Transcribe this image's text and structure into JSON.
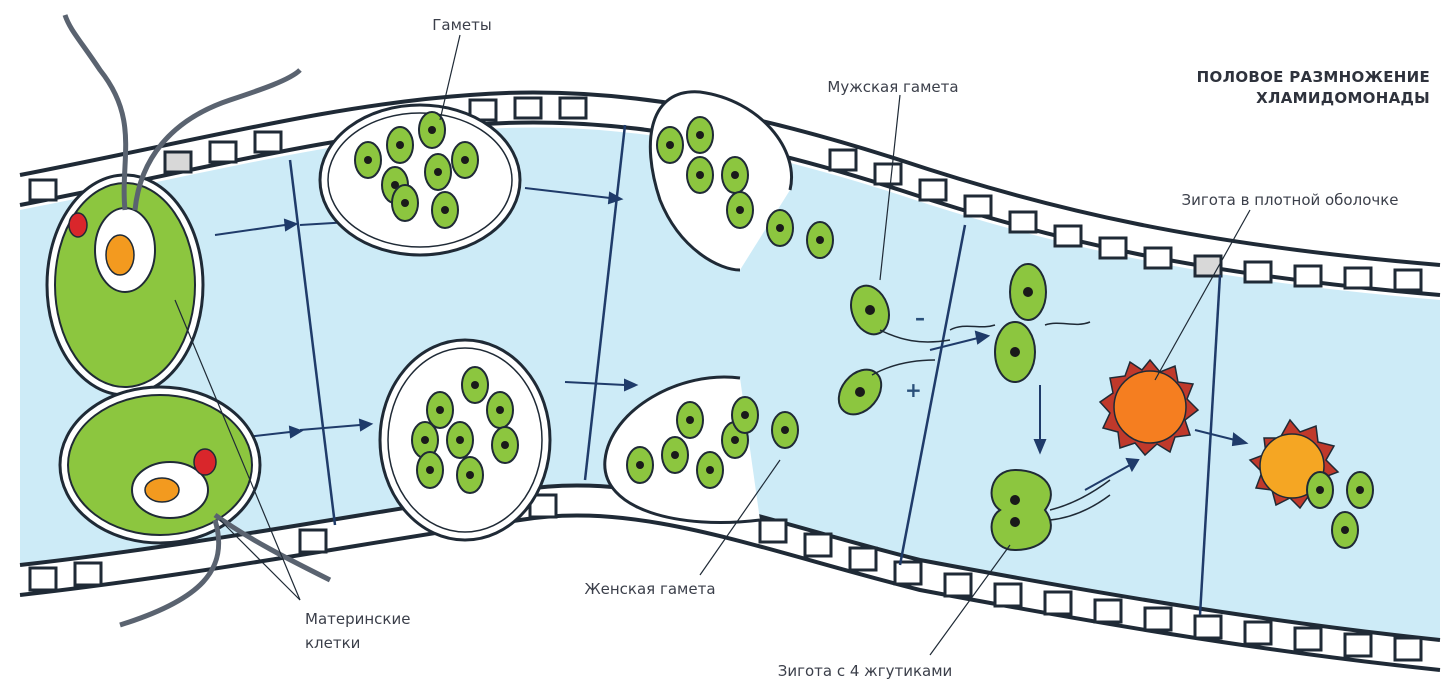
{
  "title": {
    "line1": "ПОЛОВОЕ РАЗМНОЖЕНИЕ",
    "line2": "ХЛАМИДОМОНАДЫ"
  },
  "labels": {
    "gametes": "Гаметы",
    "male_gamete": "Мужская гамета",
    "female_gamete": "Женская гамета",
    "mother_cells_1": "Материнские",
    "mother_cells_2": "клетки",
    "zygote_shell": "Зигота в плотной оболочке",
    "zygote_flagella": "Зигота с 4 жгутиками"
  },
  "signs": {
    "minus": "–",
    "plus": "+"
  },
  "colors": {
    "band": "#cdebf7",
    "cell_green": "#8cc63f",
    "cell_dark": "#5f9e2c",
    "nucleus": "#1a1a1a",
    "eyespot": "#d9262b",
    "pyrenoid": "#f39a1f",
    "zygote_orange": "#f57e20",
    "zygote_spike": "#c0392b",
    "outline": "#1f2a36"
  }
}
